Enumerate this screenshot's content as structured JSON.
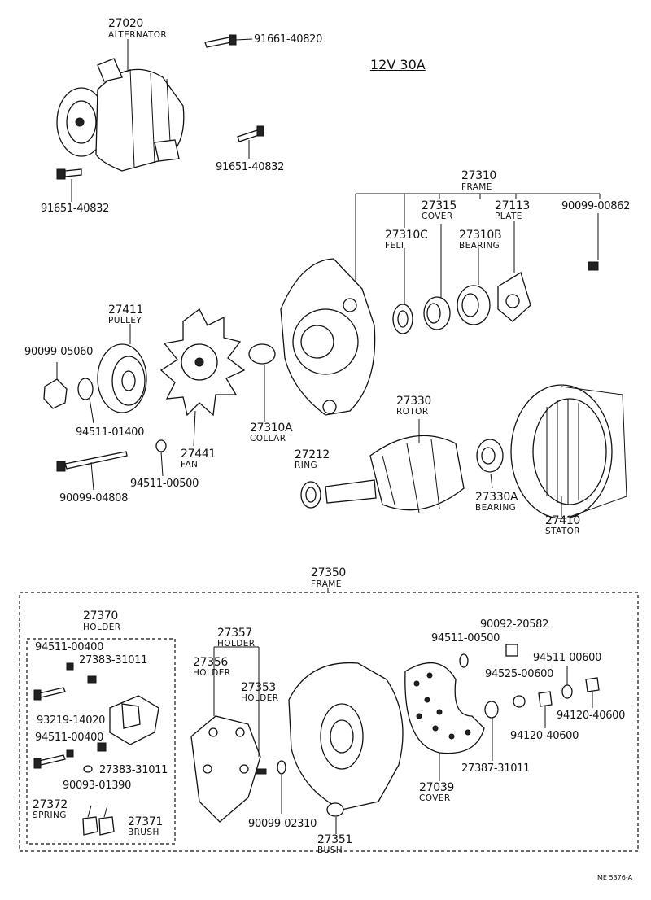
{
  "title": "12V 30A",
  "drawing_code": "ME 5376-A",
  "parts": {
    "alternator": {
      "number": "27020",
      "name": "ALTERNATOR"
    },
    "bolt_91661_40820": {
      "number": "91661-40820"
    },
    "bolt_91651_40832_a": {
      "number": "91651-40832"
    },
    "bolt_91651_40832_b": {
      "number": "91651-40832"
    },
    "frame_27310": {
      "number": "27310",
      "name": "FRAME"
    },
    "cover_27315": {
      "number": "27315",
      "name": "COVER"
    },
    "plate_27113": {
      "number": "27113",
      "name": "PLATE"
    },
    "screw_90099_00862": {
      "number": "90099-00862"
    },
    "felt_27310c": {
      "number": "27310C",
      "name": "FELT"
    },
    "bearing_27310b": {
      "number": "27310B",
      "name": "BEARING"
    },
    "pulley_27411": {
      "number": "27411",
      "name": "PULLEY"
    },
    "nut_90099_05060": {
      "number": "90099-05060"
    },
    "washer_94511_01400": {
      "number": "94511-01400"
    },
    "fan_27441": {
      "number": "27441",
      "name": "FAN"
    },
    "collar_27310a": {
      "number": "27310A",
      "name": "COLLAR"
    },
    "bolt_90099_04808": {
      "number": "90099-04808"
    },
    "washer_94511_00500_a": {
      "number": "94511-00500"
    },
    "rotor_27330": {
      "number": "27330",
      "name": "ROTOR"
    },
    "ring_27212": {
      "number": "27212",
      "name": "RING"
    },
    "bearing_27330a": {
      "number": "27330A",
      "name": "BEARING"
    },
    "stator_27410": {
      "number": "27410",
      "name": "STATOR"
    },
    "frame_27350": {
      "number": "27350",
      "name": "FRAME"
    },
    "holder_27370": {
      "number": "27370",
      "name": "HOLDER"
    },
    "washer_94511_00400_a": {
      "number": "94511-00400"
    },
    "screw_27383_31011_a": {
      "number": "27383-31011"
    },
    "screw_93219_14020": {
      "number": "93219-14020"
    },
    "washer_94511_00400_b": {
      "number": "94511-00400"
    },
    "screw_27383_31011_b": {
      "number": "27383-31011"
    },
    "washer_90093_01390": {
      "number": "90093-01390"
    },
    "spring_27372": {
      "number": "27372",
      "name": "SPRING"
    },
    "brush_27371": {
      "number": "27371",
      "name": "BRUSH"
    },
    "holder_27357": {
      "number": "27357",
      "name": "HOLDER"
    },
    "holder_27356": {
      "number": "27356",
      "name": "HOLDER"
    },
    "holder_27353": {
      "number": "27353",
      "name": "HOLDER"
    },
    "washer_90099_02310": {
      "number": "90099-02310"
    },
    "bush_27351": {
      "number": "27351",
      "name": "BUSH"
    },
    "washer_94511_00500_b": {
      "number": "94511-00500"
    },
    "nut_90092_20582": {
      "number": "90092-20582"
    },
    "washer_94511_00600": {
      "number": "94511-00600"
    },
    "washer_94525_00600": {
      "number": "94525-00600"
    },
    "nut_94120_40600_a": {
      "number": "94120-40600"
    },
    "nut_94120_40600_b": {
      "number": "94120-40600"
    },
    "insulator_27387_31011": {
      "number": "27387-31011"
    },
    "cover_27039": {
      "number": "27039",
      "name": "COVER"
    }
  }
}
